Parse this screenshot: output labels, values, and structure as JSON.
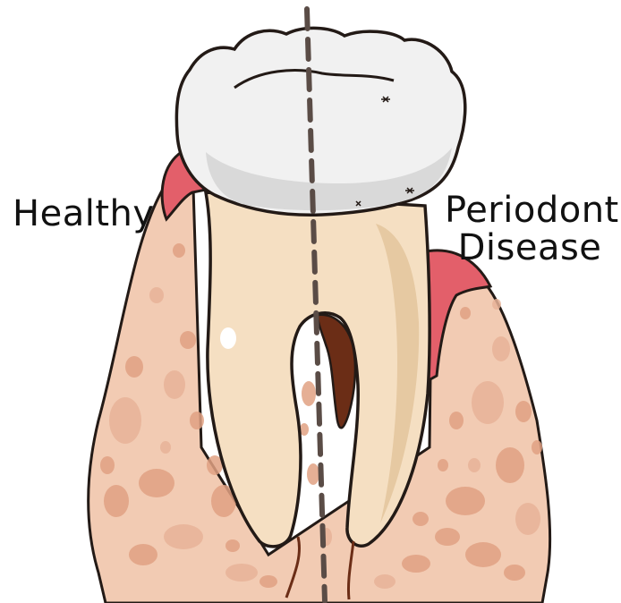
{
  "labels": {
    "left": "Healthy",
    "right_line1": "Periodontal",
    "right_line2": "Disease"
  },
  "colors": {
    "outline": "#231a16",
    "crown": "#f1f1f1",
    "crown_shadow": "#d9d9d9",
    "root": "#f5dfc2",
    "root_shadow": "#e6c9a2",
    "bone": "#f2cbb3",
    "bone_spot": "#e0a183",
    "bone_spot_light": "#e8b398",
    "gum": "#e35f6a",
    "gum_dark": "#c94553",
    "pulp": "#6b2d16",
    "divider": "#5a4c46"
  },
  "icons": [
    "tooth-crown",
    "tooth-roots",
    "gum-tissue",
    "jaw-bone",
    "pulp-canal",
    "center-divider"
  ]
}
